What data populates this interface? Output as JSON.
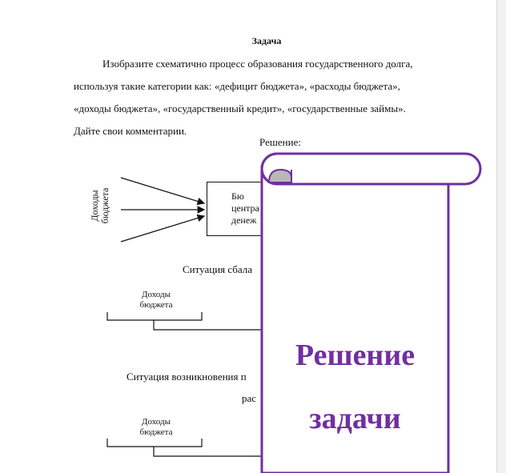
{
  "document": {
    "title": "Задача",
    "task_lines": [
      "Изобразите схематично процесс образования государственного долга,",
      "используя такие категории как: «дефицит бюджета», «расходы бюджета»,",
      "«доходы бюджета», «государственный кредит», «государственные займы».",
      "Дайте свои комментарии."
    ],
    "solution_label": "Решение:"
  },
  "diagram": {
    "revenue_label_line1": "Доходы",
    "revenue_label_line2": "бюджета",
    "box_line1": "Бю",
    "box_line2": "центра",
    "box_line3": "денеж",
    "situation1": "Ситуация сбала",
    "brace_label1_line1": "Доходы",
    "brace_label1_line2": "бюджета",
    "situation2_line1": "Ситуация возникновения п",
    "situation2_line2": "рас",
    "brace_label2_line1": "Доходы",
    "brace_label2_line2": "бюджета"
  },
  "overlay": {
    "line1": "Решение",
    "line2": "задачи",
    "accent_color": "#7030a0"
  }
}
